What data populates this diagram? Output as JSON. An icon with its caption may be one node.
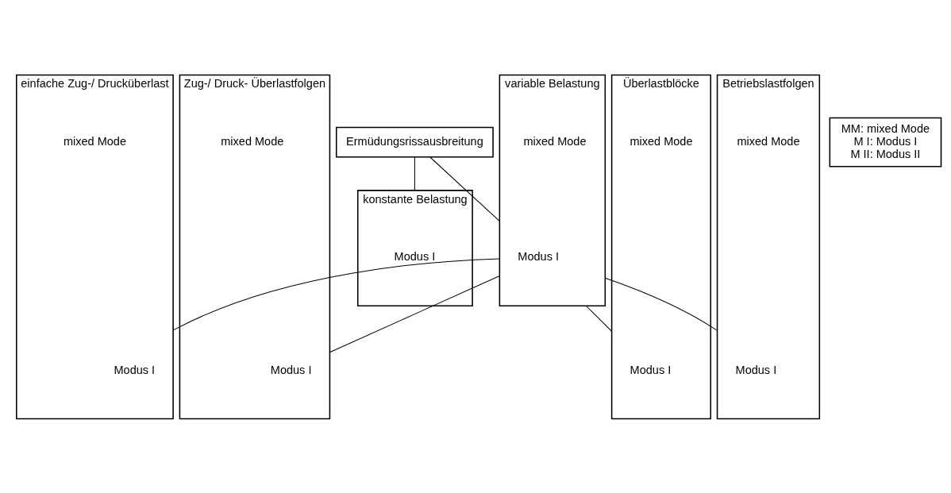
{
  "diagram": {
    "nodes": [
      {
        "text": [
          "Ermüdungsrissausbreitung"
        ]
      },
      {
        "text": [
          "konstante Belastung"
        ]
      },
      {
        "text": [
          "Modus I"
        ],
        "in": 1
      },
      {
        "text": [
          "variable Belastung"
        ]
      },
      {
        "text": [
          "Modus I"
        ],
        "in": 3
      },
      {
        "text": [
          "mixed Mode"
        ],
        "in": 3
      },
      {
        "text": [
          "MM: mixed Mode",
          "M I: Modus I",
          "M II: Modus II"
        ]
      },
      {
        "text": [
          "einfache Zug-/ Drucküberlast"
        ]
      },
      {
        "text": [
          "Modus I"
        ],
        "in": 7
      },
      {
        "text": [
          "mixed Mode"
        ],
        "in": 7
      },
      {
        "text": [
          "Zug-/ Druck- Überlastfolgen"
        ]
      },
      {
        "text": [
          "Modus I"
        ],
        "in": 10
      },
      {
        "text": [
          "mixed Mode"
        ],
        "in": 10
      },
      {
        "text": [
          "Überlastblöcke"
        ]
      },
      {
        "text": [
          "Modus I"
        ],
        "in": 13
      },
      {
        "text": [
          "mixed Mode"
        ],
        "in": 13
      },
      {
        "text": [
          "Betriebslastfolgen"
        ]
      },
      {
        "text": [
          "Modus I"
        ],
        "in": 16
      },
      {
        "text": [
          "mixed Mode"
        ],
        "in": 16
      }
    ],
    "edges": [
      {
        "from": 0,
        "to": 1,
        "arrow": "none"
      },
      {
        "from": 0,
        "to": 3,
        "arrow": "none"
      },
      {
        "from": 3,
        "to": 7,
        "arrow": "none"
      },
      {
        "from": 3,
        "to": 10,
        "arrow": "none"
      },
      {
        "from": 3,
        "to": 13,
        "arrow": "none"
      },
      {
        "from": 3,
        "to": 16,
        "arrow": "none"
      }
    ]
  }
}
